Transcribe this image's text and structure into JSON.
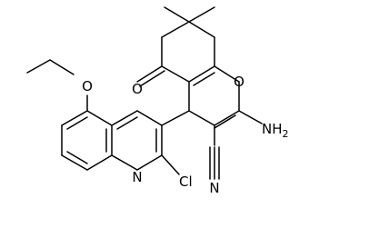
{
  "atoms": {
    "ketone_o": "O",
    "ring_o": "O",
    "amine": "NH",
    "amine_sub": "2",
    "nitrile_n": "N",
    "ethoxy_o": "O",
    "quinoline_n": "N",
    "chlorine": "Cl"
  },
  "colors": {
    "bond": "#000000",
    "label": "#000000",
    "background": "#ffffff"
  }
}
